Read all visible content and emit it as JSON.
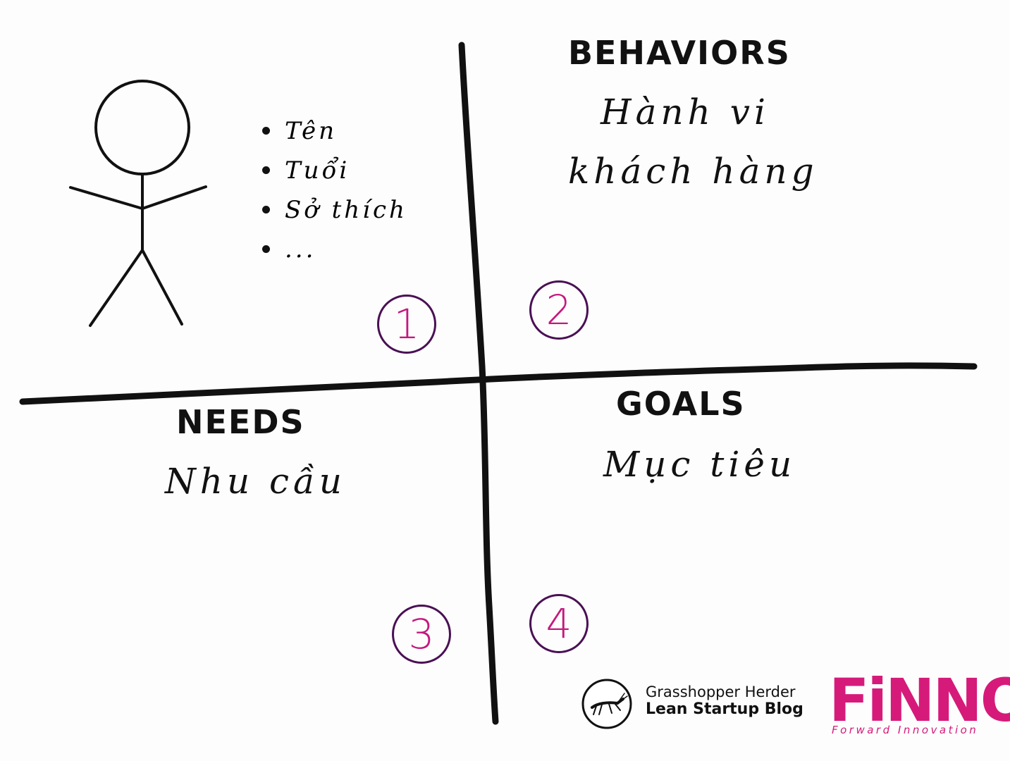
{
  "quadrants": {
    "behaviors": {
      "heading": "BEHAVIORS",
      "line1": "Hành vi",
      "line2": "khách hàng",
      "number": "2"
    },
    "needs": {
      "heading": "NEEDS",
      "line1": "Nhu cầu",
      "number": "3"
    },
    "goals": {
      "heading": "GOALS",
      "line1": "Mục tiêu",
      "number": "4"
    },
    "profile": {
      "number": "1",
      "attributes": [
        "Tên",
        "Tuổi",
        "Sở thích",
        "..."
      ]
    }
  },
  "branding": {
    "grasshopper_line1": "Grasshopper Herder",
    "grasshopper_line2": "Lean Startup Blog",
    "finno_name": "FiNNO",
    "finno_tagline": "Forward Innovation"
  },
  "colors": {
    "ink": "#111111",
    "number_text": "#c4197e",
    "number_circle": "#4a1054",
    "finno_pink": "#d61a7a"
  },
  "icons": {
    "stick_figure": "stick-figure-icon",
    "grasshopper": "grasshopper-icon"
  }
}
